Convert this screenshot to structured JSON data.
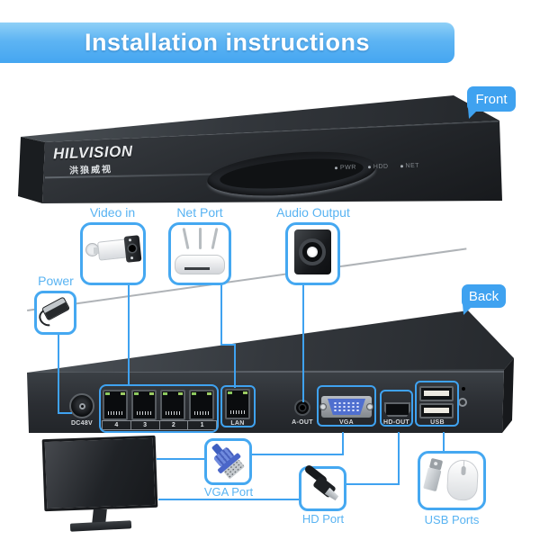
{
  "banner": {
    "title": "Installation instructions"
  },
  "front_device": {
    "bubble_label": "Front",
    "brand": "HILVISION",
    "brand_cn": "洪狼威视",
    "leds": [
      "PWR",
      "HDD",
      "NET"
    ]
  },
  "top_callouts": {
    "power": {
      "label": "Power",
      "icon": "power-adapter-icon"
    },
    "video_in": {
      "label": "Video in",
      "icon": "camera-icon"
    },
    "net_port": {
      "label": "Net Port",
      "icon": "router-icon"
    },
    "audio_output": {
      "label": "Audio Output",
      "icon": "speaker-icon"
    }
  },
  "back_device": {
    "bubble_label": "Back",
    "ports": {
      "dc_label": "DC48V",
      "poe_numbers": [
        "4",
        "3",
        "2",
        "1"
      ],
      "lan_label": "LAN",
      "aout_label": "A-OUT",
      "vga_label": "VGA",
      "hdout_label": "HD-OUT",
      "usb_label": "USB"
    }
  },
  "bottom_callouts": {
    "monitor_icon": "monitor-icon",
    "vga_port": {
      "label": "VGA Port",
      "icon": "vga-connector-icon"
    },
    "hd_port": {
      "label": "HD Port",
      "icon": "hdmi-cable-icon"
    },
    "usb_ports": {
      "label": "USB Ports",
      "icons": [
        "usb-drive-icon",
        "mouse-icon"
      ]
    }
  },
  "colors": {
    "accent": "#3FA2F0",
    "label_text": "#58B3F2",
    "banner_top": "#8FD0F7",
    "banner_bottom": "#45A6F1",
    "device_dark": "#26292D",
    "vga_blue": "#4F6FCF"
  }
}
